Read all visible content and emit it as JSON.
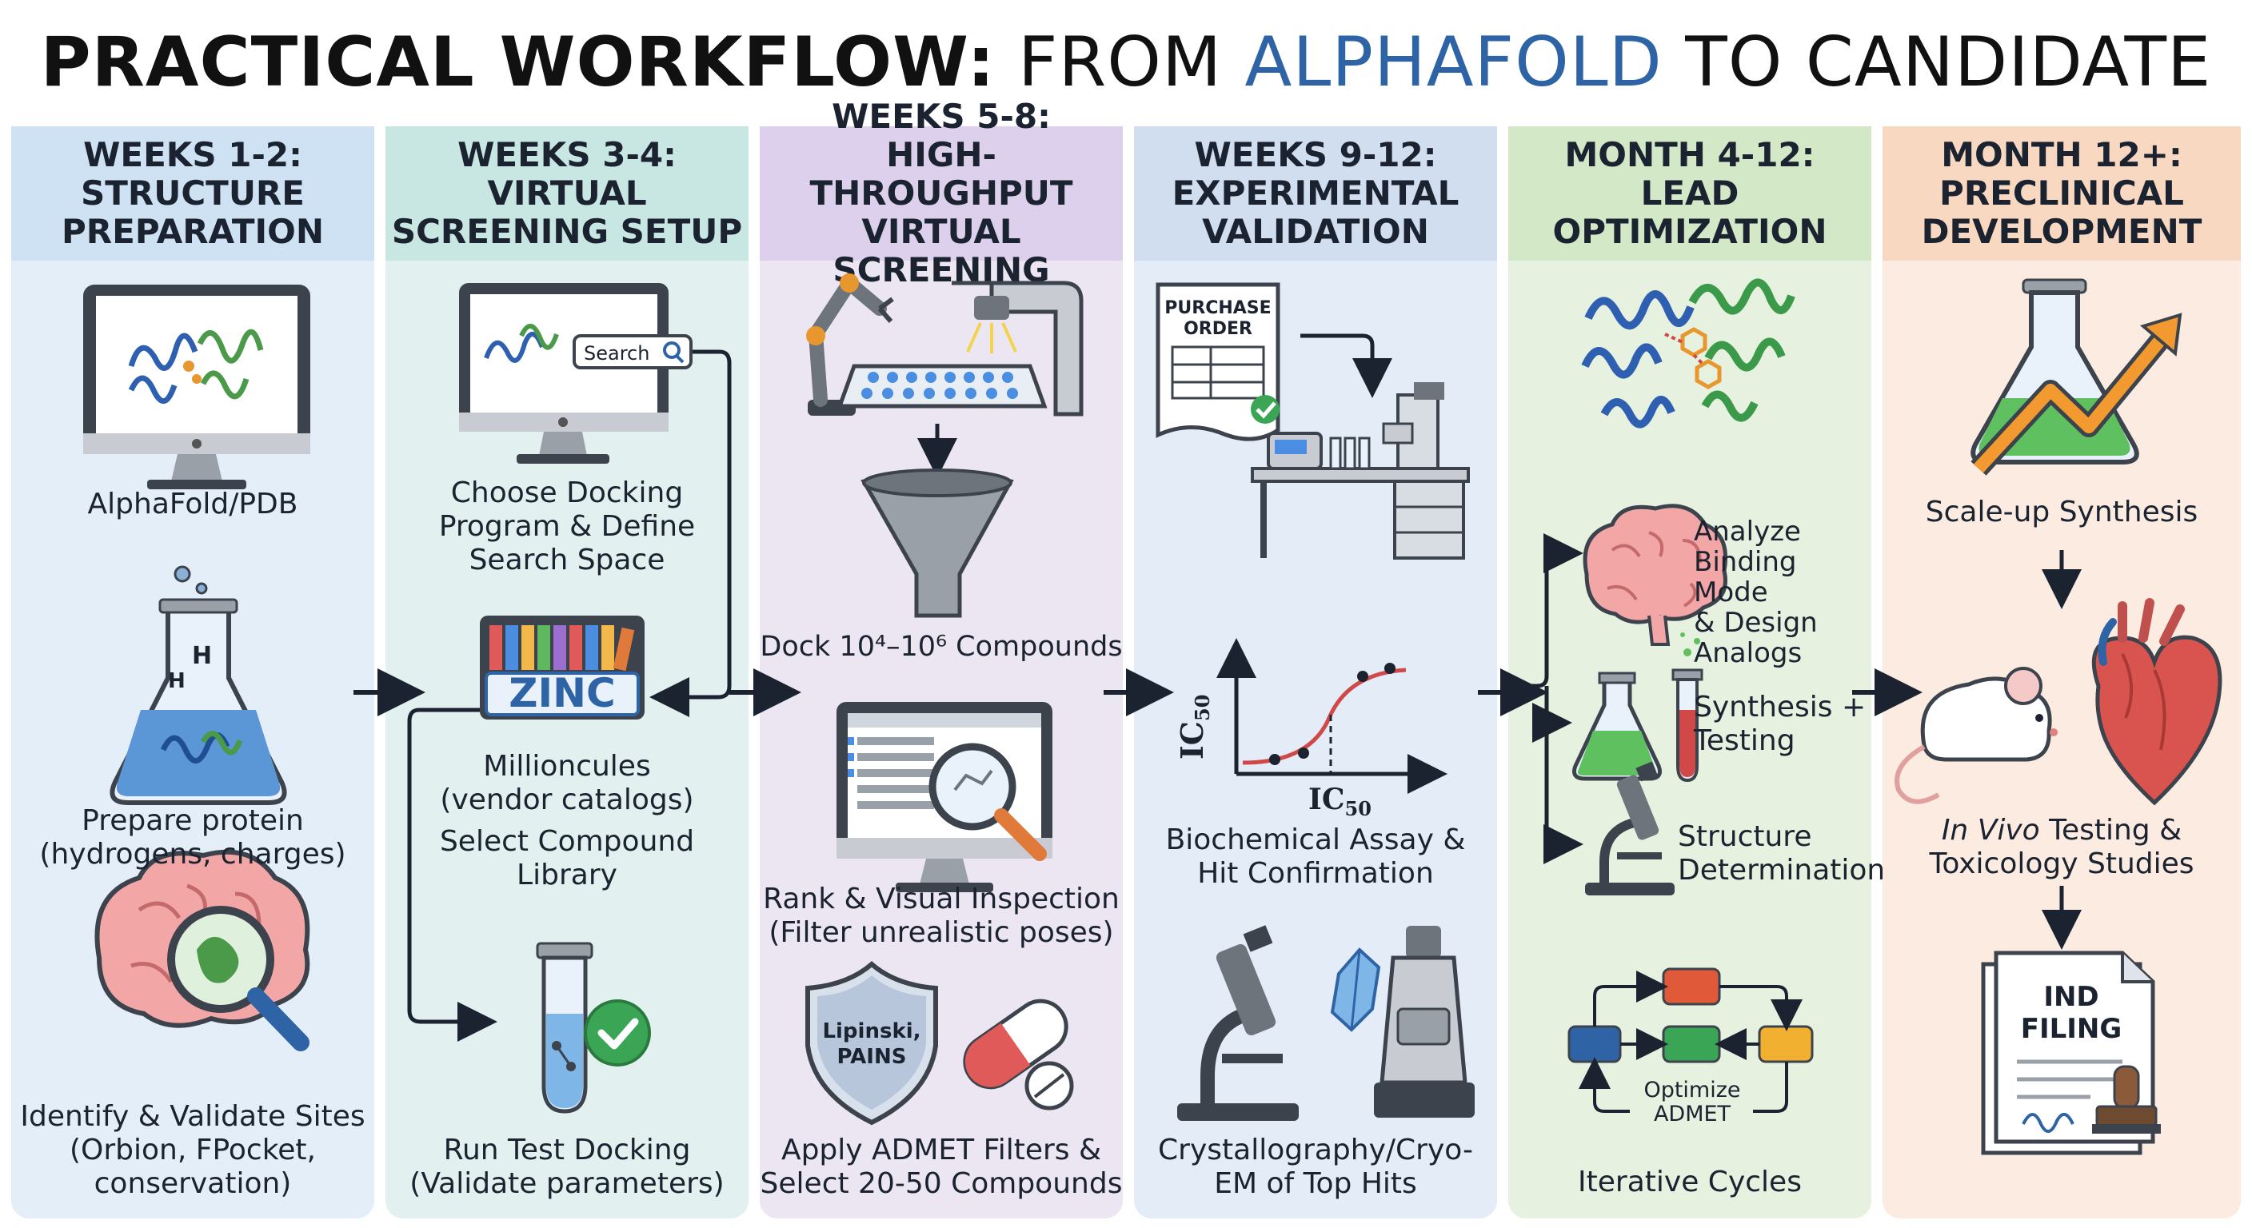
{
  "title": {
    "part1": "PRACTICAL WORKFLOW:",
    "part2": "FROM",
    "part3": "ALPHAFOLD",
    "part4": "TO CANDIDATE"
  },
  "columns": [
    {
      "heading": [
        "WEEKS 1-2:",
        "STRUCTURE",
        "PREPARATION"
      ],
      "items": [
        {
          "label": "AlphaFold/PDB",
          "icon": "computer-protein-icon"
        },
        {
          "label": "Prepare protein\n(hydrogens, charges)",
          "icon": "flask-protein-icon"
        },
        {
          "label": "Identify & Validate Sites\n(Orbion, FPocket,\nconservation)",
          "icon": "brain-magnifier-icon"
        }
      ],
      "flask_letter": "H"
    },
    {
      "heading": [
        "WEEKS 3-4:",
        "VIRTUAL",
        "SCREENING SETUP"
      ],
      "items": [
        {
          "label": "Choose Docking\nProgram & Define\nSearch Space",
          "icon": "computer-search-icon"
        },
        {
          "label": "Millioncules\n(vendor catalogs)",
          "icon": "zinc-library-icon"
        },
        {
          "label": "Select Compound\nLibrary",
          "icon": "zinc-library-icon"
        },
        {
          "label": "Run Test Docking\n(Validate parameters)",
          "icon": "test-tube-check-icon"
        }
      ],
      "search_text": "Search",
      "zinc_text": "ZINC"
    },
    {
      "heading": [
        "WEEKS 5-8:",
        "HIGH-THROUGHPUT",
        "VIRTUAL SCREENING"
      ],
      "items": [
        {
          "label": "Dock 10⁴–10⁶ Compounds",
          "icon": "robot-funnel-icon"
        },
        {
          "label": "Rank & Visual Inspection\n(Filter unrealistic poses)",
          "icon": "monitor-magnifier-icon"
        },
        {
          "label": "Apply ADMET Filters &\nSelect 20-50 Compounds",
          "icon": "shield-pill-icon"
        }
      ],
      "shield_text": "Lipinski,\nPAINS"
    },
    {
      "heading": [
        "WEEKS 9-12:",
        "EXPERIMENTAL",
        "VALIDATION"
      ],
      "items": [
        {
          "label": "Biochemical Assay &\nHit Confirmation",
          "icon": "ic50-curve-icon"
        },
        {
          "label": "Crystallography/Cryo-\nEM of Top Hits",
          "icon": "microscope-crystal-icon"
        }
      ],
      "purchase_text": "PURCHASE\nORDER",
      "axis_y": "IC",
      "axis_x": "IC",
      "axis_sub": "50"
    },
    {
      "heading": [
        "MONTH 4-12:",
        "LEAD",
        "OPTIMIZATION"
      ],
      "items": [
        {
          "label": "Analyze\nBinding Mode\n& Design\nAnalogs",
          "icon": "brain-icon"
        },
        {
          "label": "Synthesis +\nTesting",
          "icon": "flask-tube-icon"
        },
        {
          "label": "Structure\nDetermination",
          "icon": "microscope-icon"
        },
        {
          "label": "Iterative Cycles",
          "icon": "cycle-icon"
        }
      ],
      "cycle_text": "Optimize\nADMET"
    },
    {
      "heading": [
        "MONTH 12+:",
        "PRECLINICAL",
        "DEVELOPMENT"
      ],
      "items": [
        {
          "label": "Scale-up Synthesis",
          "icon": "flask-growth-icon"
        },
        {
          "label_em": "In Vivo",
          "label": " Testing &\nToxicology Studies",
          "icon": "mouse-heart-icon"
        }
      ],
      "ind_text": "IND\nFILING"
    }
  ],
  "colors": {
    "col1": "#e4eef8",
    "col1_head": "#cfe2f3",
    "col2": "#e2f1ef",
    "col2_head": "#c8e7e2",
    "col3": "#ece6f3",
    "col3_head": "#ddd0ec",
    "col4": "#e4ecf7",
    "col4_head": "#d0def0",
    "col5": "#e6f2df",
    "col5_head": "#d2e8c6",
    "col6": "#fbebe0",
    "col6_head": "#f8d8c0",
    "accent_blue": "#2e64a6"
  }
}
